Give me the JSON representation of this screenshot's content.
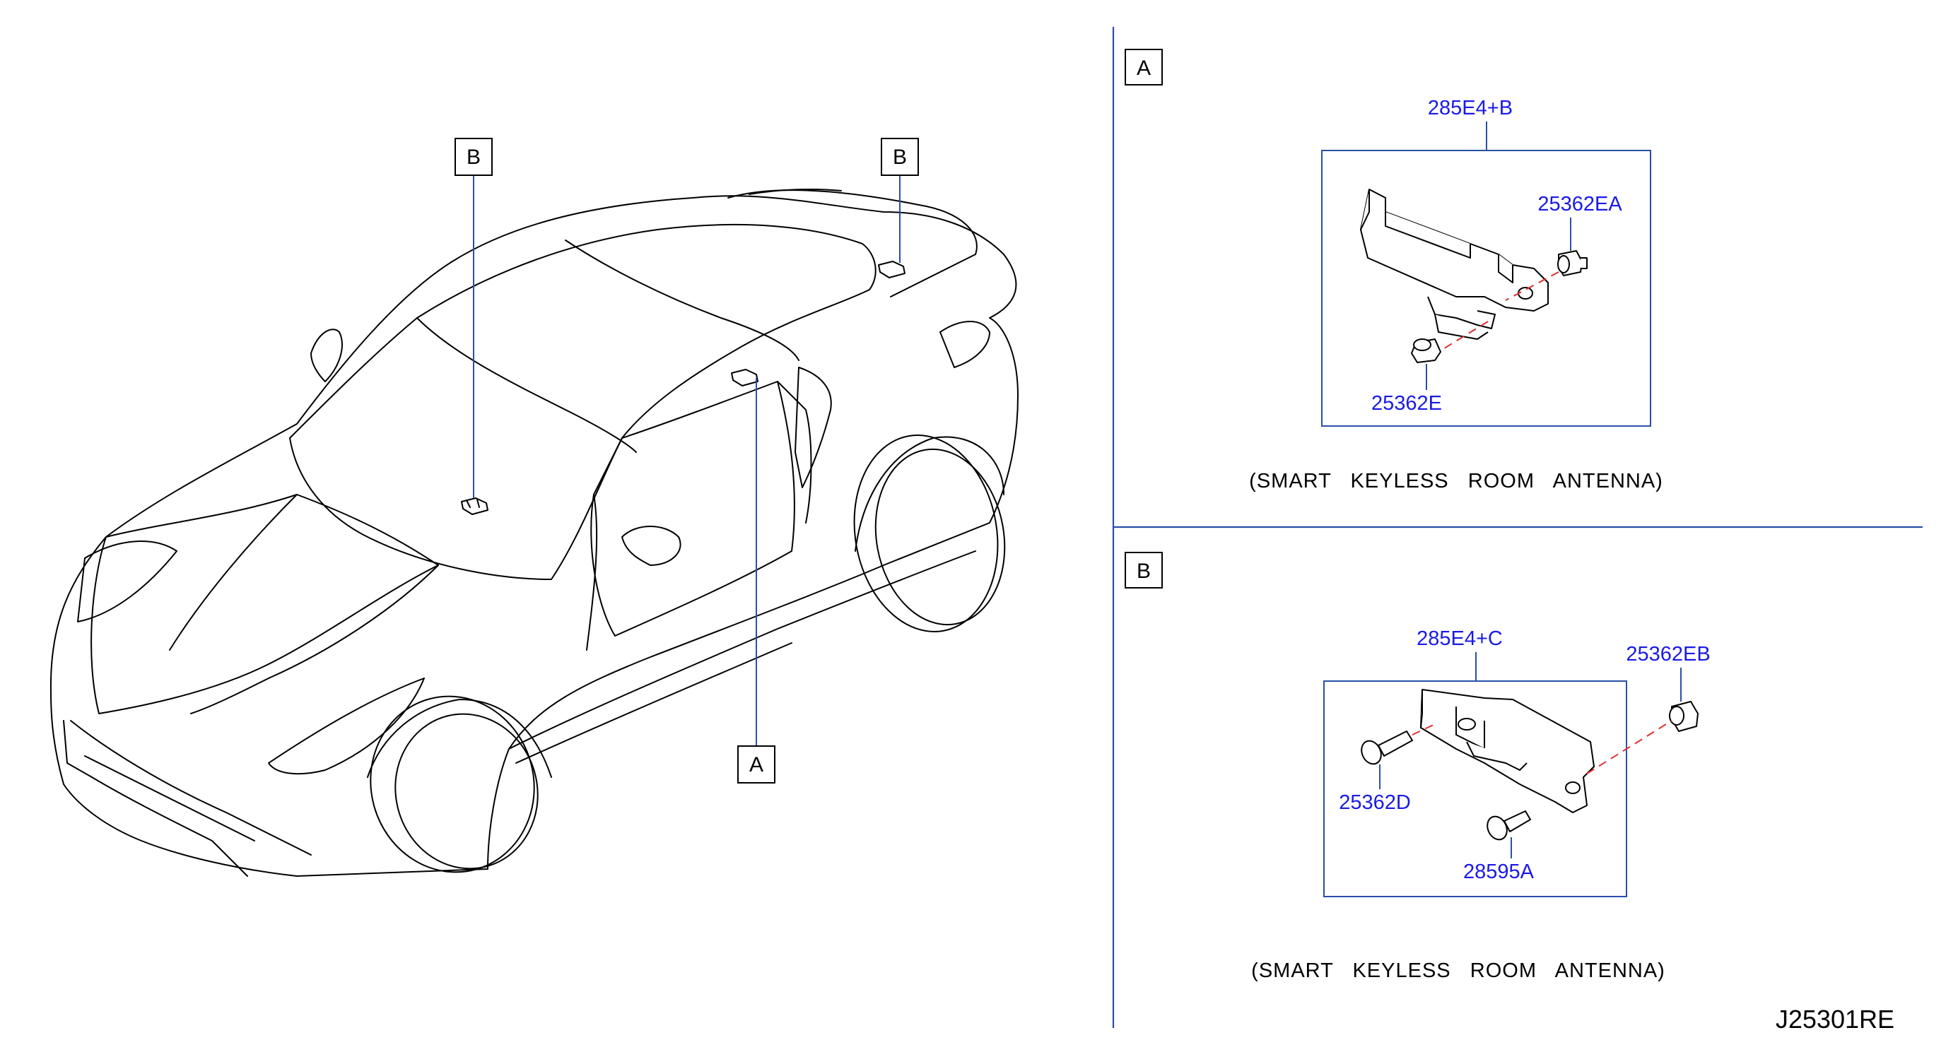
{
  "views": {
    "A": {
      "ref": "A"
    },
    "B": {
      "ref": "B"
    }
  },
  "callouts": {
    "car_b_left": "B",
    "car_b_right": "B",
    "car_a": "A"
  },
  "detail_a": {
    "section_label": "A",
    "assembly_part": "285E4+B",
    "parts": [
      "25362EA",
      "25362E"
    ],
    "caption": "(SMART   KEYLESS   ROOM   ANTENNA)"
  },
  "detail_b": {
    "section_label": "B",
    "assembly_part": "285E4+C",
    "parts": [
      "25362EB",
      "25362D",
      "28595A"
    ],
    "caption": "(SMART   KEYLESS   ROOM   ANTENNA)"
  },
  "diagram_id": "J25301RE",
  "colors": {
    "part_number": "#1a1ae6",
    "leader_line": "#2b4fa8",
    "fastener_axis": "#e03030"
  }
}
